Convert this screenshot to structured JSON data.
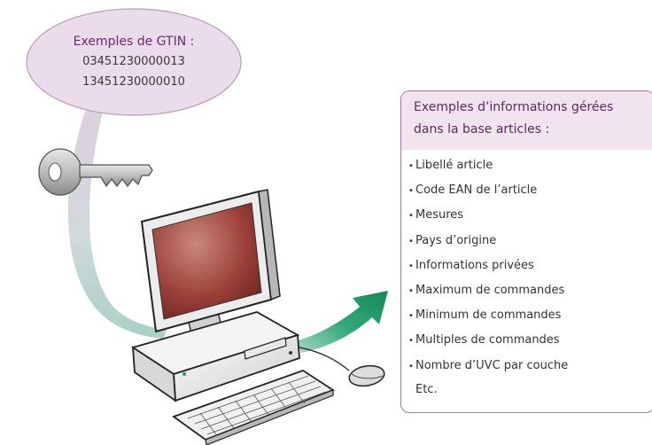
{
  "bubble": {
    "title": "Exemples de GTIN :",
    "gtins": [
      "03451230000013",
      "13451230000010"
    ]
  },
  "info_box": {
    "title_line1": "Exemples d’informations gérées",
    "title_line2": "dans la base articles :",
    "items": [
      "Libellé article",
      "Code EAN de l’article",
      "Mesures",
      "Pays d’origine",
      "Informations privées",
      "Maximum de commandes",
      "Minimum de commandes",
      "Multiples de commandes",
      "Nombre d’UVC par couche"
    ],
    "footer": "Etc."
  },
  "icons": [
    "key-icon",
    "computer-icon",
    "arrow-icon",
    "mouse-icon",
    "keyboard-icon"
  ],
  "colors": {
    "bubble_fill": "#eadcea",
    "accent_purple": "#6a2a6e",
    "arrow_green": "#1b9a63",
    "box_border": "#a2789e",
    "header_fill": "#f1e4ee"
  }
}
